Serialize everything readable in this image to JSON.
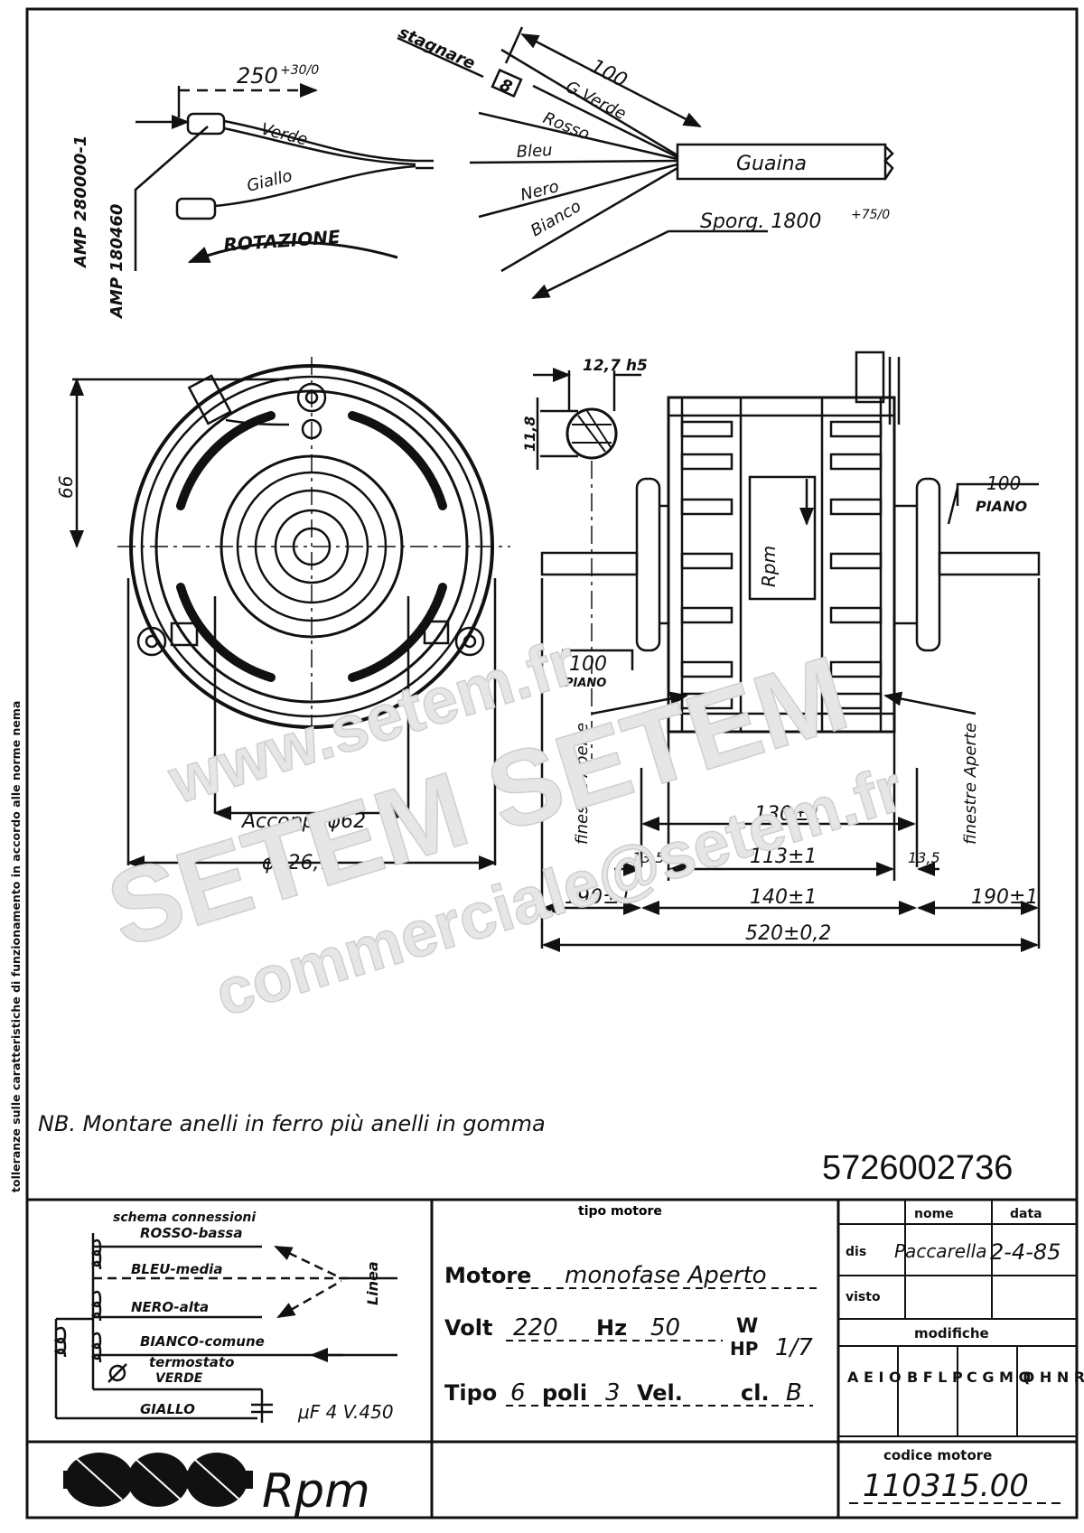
{
  "wiring_top": {
    "length_label": "250",
    "length_tol": "+30/0",
    "connector_1": "AMP 280000-1",
    "connector_2": "AMP 180460",
    "wire_verde": "Verde",
    "wire_giallo": "Giallo",
    "rotation": "ROTAZIONE",
    "stagnare": "stagnare",
    "stagnare_len": "8",
    "len_100": "100",
    "wire_gverde": "G.Verde",
    "wire_rosso": "Rosso",
    "wire_bleu": "Bleu",
    "wire_nero": "Nero",
    "wire_bianco": "Bianco",
    "sheath": "Guaina",
    "sporg": "Sporg. 1800",
    "sporg_tol": "+75/0"
  },
  "front_view": {
    "dim_66": "66",
    "accopp": "Accopp. ϕ62",
    "diameter": "ϕ126,7"
  },
  "side_view": {
    "shaft_dia": "12,7 h5",
    "shaft_flat": "11,8",
    "brand_on_body": "Rpm",
    "piano_left_val": "100",
    "piano_left": "PIANO",
    "piano_right_val": "100",
    "piano_right": "PIANO",
    "finestre_left": "finestre Aperte",
    "finestre_right": "finestre Aperte",
    "dim_130": "130±1",
    "dim_13_5_left": "13,5",
    "dim_113": "113±1",
    "dim_13_5_right": "13,5",
    "dim_190_left": "190±1",
    "dim_140": "140±1",
    "dim_190_right": "190±1",
    "dim_520": "520±0,2"
  },
  "side_note": "tolleranze sulle caratteristiche di funzionamento in accordo alle norme nema",
  "note": "NB. Montare anelli in ferro più anelli in gomma",
  "part_number": "5726002736",
  "schema": {
    "title": "schema connessioni",
    "rosso": "ROSSO-bassa",
    "bleu": "BLEU-media",
    "nero": "NERO-alta",
    "bianco": "BIANCO-comune",
    "termostato": "termostato",
    "verde": "VERDE",
    "giallo": "GIALLO",
    "linea": "Linea",
    "cap": "μF 4  V.450"
  },
  "motor_type": {
    "title": "tipo motore",
    "motore_label": "Motore",
    "motore_value": "monofase  Aperto",
    "volt_label": "Volt",
    "volt_value": "220",
    "hz_label": "Hz",
    "hz_value": "50",
    "w_label": "W",
    "hp_label": "HP",
    "hp_value": "1/7",
    "tipo_label": "Tipo",
    "tipo_value": "6",
    "poli_label": "poli",
    "poli_value": "3",
    "vel_label": "Vel.",
    "cl_label": "cl.",
    "cl_value": "B"
  },
  "title_block": {
    "nome": "nome",
    "data": "data",
    "dis": "dis",
    "signature": "Paccarella",
    "date_value": "2-4-85",
    "visto": "visto",
    "modifiche": "modifiche",
    "mods": [
      "A E I O",
      "B F L P",
      "C G M Q",
      "D H N R"
    ],
    "codice_label": "codice motore",
    "codice_value": "110315.00"
  },
  "logo_text": "Rpm",
  "watermark": {
    "line1": "www.setem.fr",
    "line2": "SETEM SETEM",
    "line3": "commerciale@setem.fr"
  }
}
